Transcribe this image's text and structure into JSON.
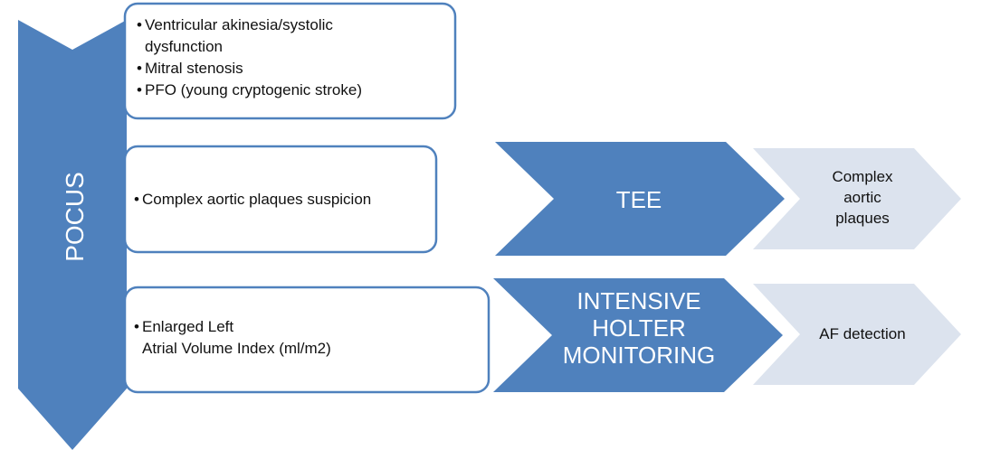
{
  "pocus_arrow": {
    "label": "POCUS",
    "color": "#4F81BD"
  },
  "findings": [
    {
      "id": "box-1",
      "bullets": [
        [
          "Ventricular akinesia/systolic",
          "dysfunction"
        ],
        [
          "Mitral stenosis"
        ],
        [
          "PFO (young cryptogenic stroke)"
        ]
      ]
    },
    {
      "id": "box-2",
      "bullets": [
        [
          "Complex aortic plaques suspicion"
        ]
      ]
    },
    {
      "id": "box-3",
      "bullets": [
        [
          "Enlarged Left",
          "Atrial Volume Index (ml/m2)"
        ]
      ]
    }
  ],
  "tests": [
    {
      "id": "tee",
      "lines": [
        "TEE"
      ]
    },
    {
      "id": "holter",
      "lines": [
        "INTENSIVE",
        "HOLTER",
        "MONITORING"
      ]
    }
  ],
  "outcomes": [
    {
      "id": "aortic-plaques",
      "lines": [
        "Complex",
        "aortic",
        "plaques"
      ]
    },
    {
      "id": "af-detection",
      "lines": [
        "AF detection"
      ]
    }
  ],
  "colors": {
    "dark_blue": "#4F81BD",
    "box_border": "#4F81BD",
    "light_chevron": "#DCE3EE",
    "bullet_text": "#111111"
  }
}
